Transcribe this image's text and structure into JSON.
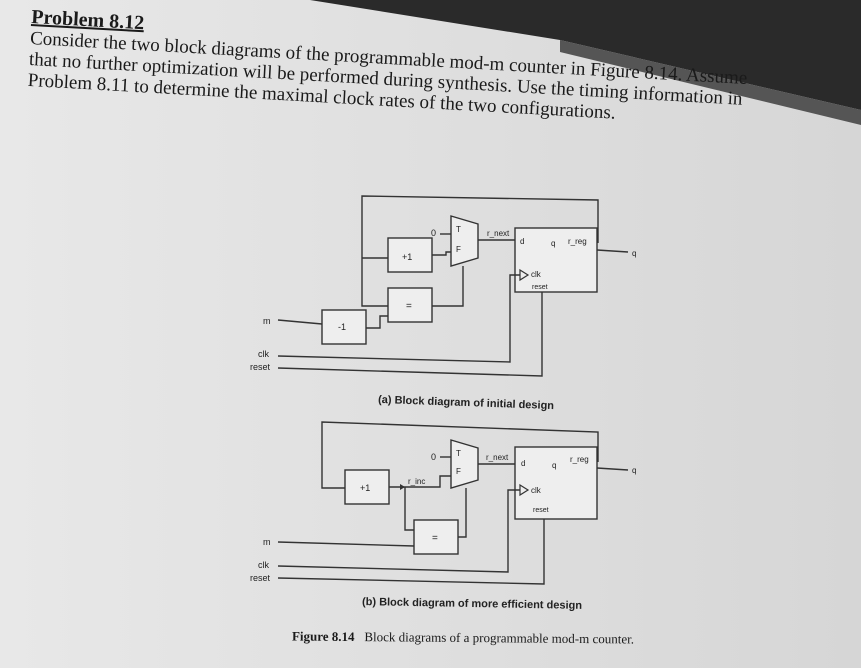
{
  "problem": {
    "title": "Problem 8.12",
    "lines": [
      "Consider the two block diagrams of the programmable mod-m counter in Figure 8.14. Assume",
      "that no further optimization will be performed during synthesis. Use the timing information in",
      "Problem 8.11 to determine the maximal clock rates of the two configurations."
    ]
  },
  "diagram_a": {
    "labels": {
      "zero": "0",
      "mux_t": "T",
      "mux_f": "F",
      "r_next": "r_next",
      "d": "d",
      "q_port": "q",
      "r_reg": "r_reg",
      "q_out": "q",
      "clk_port": "clk",
      "reset_port": "reset",
      "plus1": "+1",
      "eq": "=",
      "minus1": "-1",
      "m": "m",
      "clk": "clk",
      "reset": "reset"
    },
    "caption": "(a) Block diagram of initial design"
  },
  "diagram_b": {
    "labels": {
      "zero": "0",
      "mux_t": "T",
      "mux_f": "F",
      "r_next": "r_next",
      "d": "d",
      "q_port": "q",
      "r_reg": "r_reg",
      "q_out": "q",
      "clk_port": "clk",
      "reset_port": "reset",
      "plus1": "+1",
      "r_inc": "r_inc",
      "eq": "=",
      "m": "m",
      "clk": "clk",
      "reset": "reset"
    },
    "caption": "(b) Block diagram of more efficient design"
  },
  "figure": {
    "number": "Figure 8.14",
    "text": "Block diagrams of a programmable mod-m counter."
  }
}
